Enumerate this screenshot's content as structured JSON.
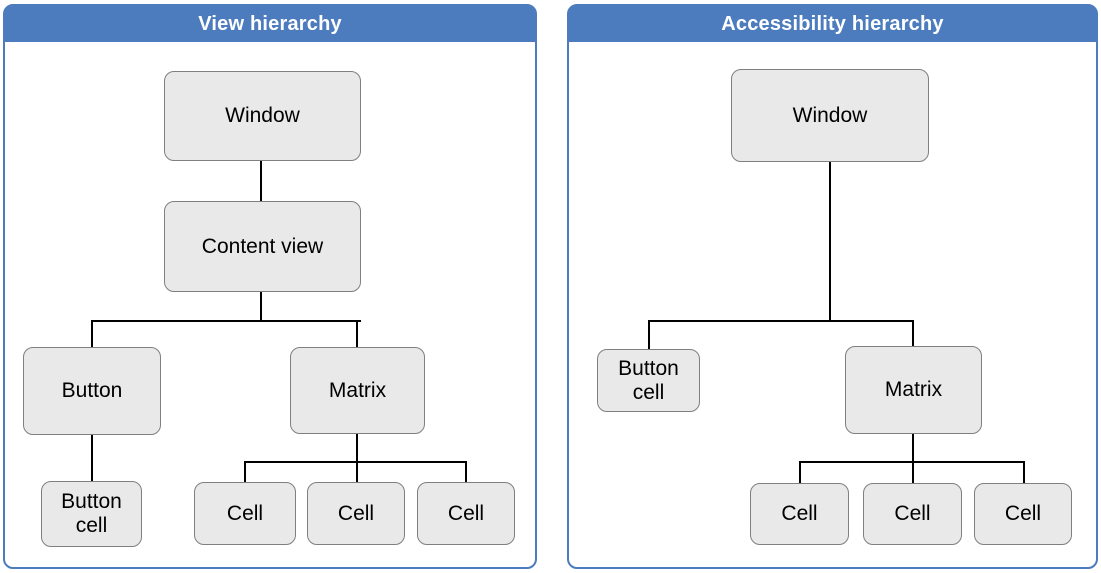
{
  "figure": {
    "panels": [
      {
        "title": "View hierarchy",
        "nodes": {
          "window": "Window",
          "content_view": "Content view",
          "button": "Button",
          "matrix": "Matrix",
          "button_cell": "Button cell",
          "cell_1": "Cell",
          "cell_2": "Cell",
          "cell_3": "Cell"
        },
        "edges": [
          [
            "Window",
            "Content view"
          ],
          [
            "Content view",
            "Button"
          ],
          [
            "Content view",
            "Matrix"
          ],
          [
            "Button",
            "Button cell"
          ],
          [
            "Matrix",
            "Cell 1"
          ],
          [
            "Matrix",
            "Cell 2"
          ],
          [
            "Matrix",
            "Cell 3"
          ]
        ]
      },
      {
        "title": "Accessibility hierarchy",
        "nodes": {
          "window": "Window",
          "button_cell": "Button cell",
          "matrix": "Matrix",
          "cell_1": "Cell",
          "cell_2": "Cell",
          "cell_3": "Cell"
        },
        "edges": [
          [
            "Window",
            "Button cell"
          ],
          [
            "Window",
            "Matrix"
          ],
          [
            "Matrix",
            "Cell 1"
          ],
          [
            "Matrix",
            "Cell 2"
          ],
          [
            "Matrix",
            "Cell 3"
          ]
        ]
      }
    ],
    "colors": {
      "header_blue": "#4C7CBE",
      "panel_border_blue": "#4C7CBE",
      "node_fill": "#E9E9E9",
      "node_border": "#7F7F7F",
      "connector": "#000000",
      "header_text": "#FFFFFF",
      "node_text": "#000000"
    }
  }
}
